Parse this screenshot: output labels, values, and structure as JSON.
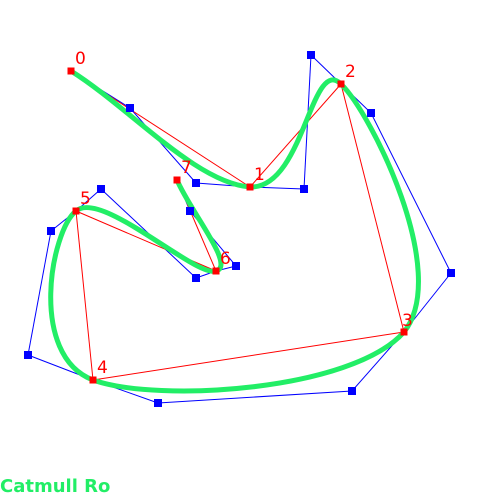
{
  "title": "Catmull Ro",
  "colors": {
    "control_polygon": "#ff0000",
    "handle_polygon": "#0000ff",
    "curve": "#22ee66",
    "point_label": "#ff0000",
    "title": "#22ee66"
  },
  "control_points": [
    {
      "label": "0"
    },
    {
      "label": "1"
    },
    {
      "label": "2"
    },
    {
      "label": "3"
    },
    {
      "label": "4"
    },
    {
      "label": "5"
    },
    {
      "label": "6"
    },
    {
      "label": "7"
    }
  ]
}
